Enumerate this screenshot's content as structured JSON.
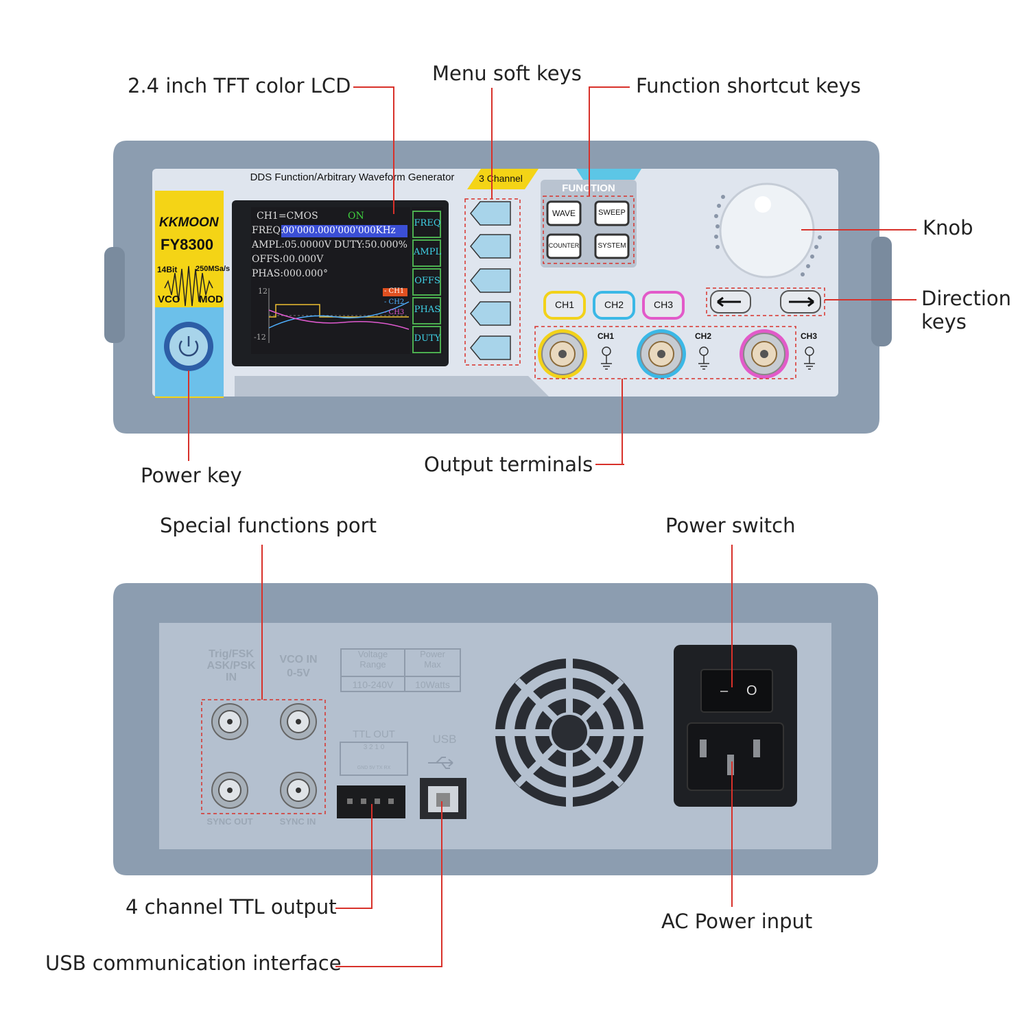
{
  "front": {
    "header_title": "DDS Function/Arbitrary Waveform Generator",
    "channels_badge": "3 Channel",
    "brand": "KKMOON",
    "model": "FY8300",
    "spec_bits": "14Bit",
    "spec_rate": "250MSa/s",
    "vco": "VCO",
    "mod": "MOD",
    "lcd": {
      "status": "CH1=CMOS",
      "on": "ON",
      "freq_label": "FREQ:",
      "freq_value": "00'000.000'000'000KHz",
      "ampl": "AMPL:05.0000V",
      "duty": "DUTY:50.000%",
      "offs": "OFFS:00.000V",
      "phas": "PHAS:000.000°",
      "y_top": "12",
      "y_bottom": "-12",
      "legend": [
        "- CH1",
        "- CH2",
        "- CH3"
      ],
      "menu": [
        "FREQ",
        "AMPL",
        "OFFS",
        "PHAS",
        "DUTY"
      ]
    },
    "function_title": "FUNCTION",
    "function_keys": [
      "WAVE",
      "SWEEP",
      "COUNTER",
      "SYSTEM"
    ],
    "channel_keys": [
      "CH1",
      "CH2",
      "CH3"
    ],
    "bnc_labels": [
      "CH1",
      "CH2",
      "CH3"
    ],
    "colors": {
      "ch1": "#f2d21a",
      "ch2": "#3bb8e6",
      "ch3": "#e25ac9",
      "body": "#8c9db0",
      "panel": "#dfe5ee",
      "leader": "#d8312a",
      "lcd_bg": "#222"
    }
  },
  "back": {
    "port_labels": {
      "trig": "Trig/FSK\nASK/PSK\nIN",
      "vco": "VCO IN\n0-5V",
      "sync_out": "SYNC OUT",
      "sync_in": "SYNC IN"
    },
    "voltage_table": {
      "h1": "Voltage\nRange",
      "h2": "Power\nMax",
      "v1": "110-240V",
      "v2": "10Watts"
    },
    "ttl_label": "TTL OUT",
    "ttl_pins": "3 2 1 0",
    "ttl_pins_sub": "GND 5V TX RX",
    "usb_label": "USB",
    "switch_off": "O",
    "switch_on": "–"
  },
  "callouts": {
    "lcd": "2.4 inch TFT color LCD",
    "menu_keys": "Menu soft keys",
    "function_keys": "Function shortcut keys",
    "knob": "Knob",
    "direction_1": "Direction",
    "direction_2": "keys",
    "power_key": "Power key",
    "output_terminals": "Output terminals",
    "special_port": "Special functions port",
    "power_switch": "Power switch",
    "ttl_output": "4 channel TTL output",
    "ac_input": "AC Power input",
    "usb": "USB communication interface"
  }
}
